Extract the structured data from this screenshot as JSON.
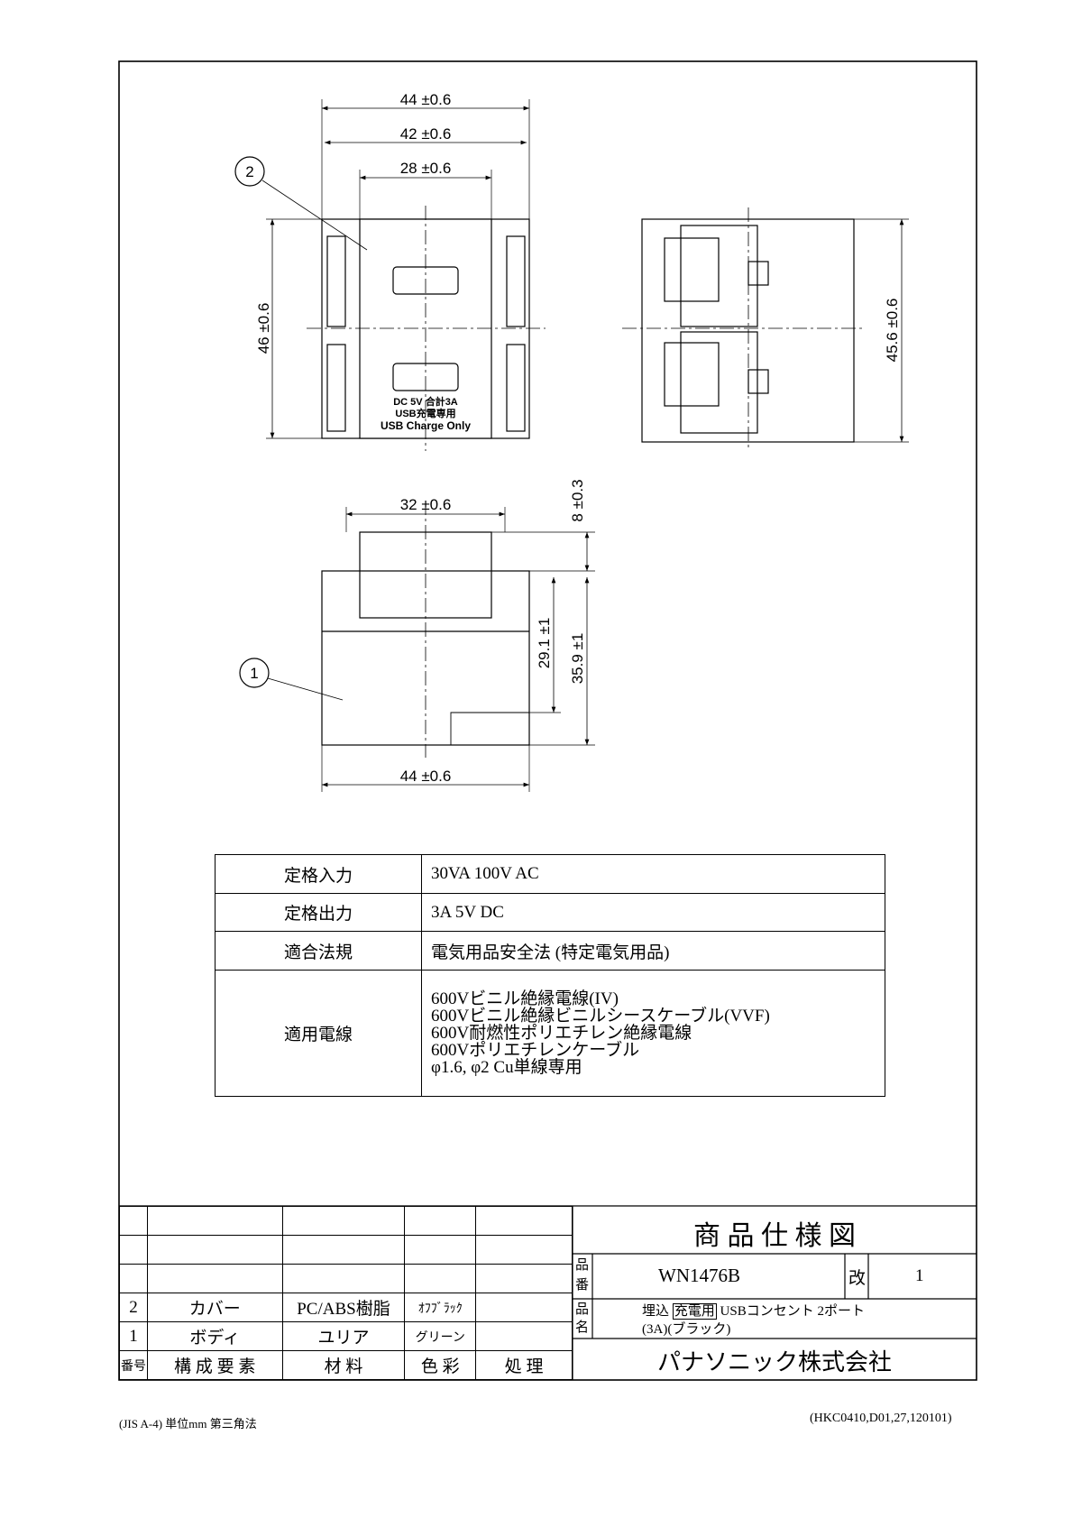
{
  "drawing": {
    "front_view": {
      "dim_width_outer": "44 ±0.6",
      "dim_width_mid": "42 ±0.6",
      "dim_width_cover": "28 ±0.6",
      "dim_height": "46 ±0.6",
      "part_callout": "2",
      "label_lines": [
        "DC 5V 合計3A",
        "USB充電専用",
        "USB Charge Only"
      ]
    },
    "side_view": {
      "dim_height": "45.6 ±0.6"
    },
    "bottom_view": {
      "dim_top_width": "32 ±0.6",
      "dim_protrusion": "8 ±0.3",
      "dim_depth_inner": "29.1 ±1",
      "dim_depth_total": "35.9 ±1",
      "dim_width": "44 ±0.6",
      "part_callout": "1"
    }
  },
  "spec_table": [
    {
      "key": "定格入力",
      "value": [
        "30VA  100V AC"
      ]
    },
    {
      "key": "定格出力",
      "value": [
        "3A 5V DC"
      ]
    },
    {
      "key": "適合法規",
      "value": [
        "電気用品安全法 (特定電気用品)"
      ]
    },
    {
      "key": "適用電線",
      "value": [
        "600Vビニル絶縁電線(IV)",
        "600Vビニル絶縁ビニルシースケーブル(VVF)",
        "600V耐燃性ポリエチレン絶縁電線",
        "600Vポリエチレンケーブル",
        "φ1.6, φ2  Cu単線専用"
      ]
    }
  ],
  "parts_list": {
    "rows": [
      {
        "no": "2",
        "component": "カバー",
        "material": "PC/ABS樹脂",
        "color": "ｵﾌﾌﾞﾗｯｸ",
        "treatment": ""
      },
      {
        "no": "1",
        "component": "ボディ",
        "material": "ユリア",
        "color": "グリーン",
        "treatment": ""
      }
    ],
    "header": {
      "no": "番号",
      "component": "構 成 要 素",
      "material": "材  料",
      "color": "色  彩",
      "treatment": "処  理"
    }
  },
  "title_block": {
    "title": "商 品 仕 様 図",
    "product_no_label": "品番",
    "product_no": "WN1476B",
    "revision_label": "改",
    "revision": "1",
    "product_name_label": "品名",
    "product_name_prefix": "埋込",
    "product_name_boxed": "充電用",
    "product_name_suffix": "USBコンセント 2ポート",
    "product_name_line2": "(3A)(ブラック)",
    "company": "パナソニック株式会社"
  },
  "footer": {
    "left": "(JIS A-4)  単位mm  第三角法",
    "right": "(HKC0410,D01,27,120101)"
  }
}
